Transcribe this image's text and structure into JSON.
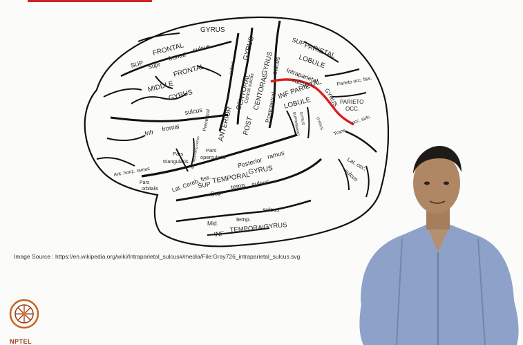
{
  "image_source": "Image Source : https://en.wikipedia.org/wiki/Intraparietal_sulcus#/media/File:Gray726_intraparietal_sulcus.svg",
  "brand": {
    "logo_text": "NPTEL"
  },
  "brain_labels": {
    "sup_frontal_1": "SUP",
    "sup_frontal_2": "FRONTAL",
    "sup_frontal_3": "GYRUS",
    "supr_frontal_sulcus_1": "Supr",
    "supr_frontal_sulcus_2": "frontal",
    "supr_frontal_sulcus_3": "sulcus",
    "middle_frontal_1": "MIDDLE",
    "middle_frontal_2": "FRONTAL",
    "middle_frontal_3": "GYRUS",
    "infr_frontal_1": "Infr",
    "infr_frontal_2": "frontal",
    "infr_frontal_3": "sulcus",
    "precentral_1": "Precentral",
    "precentral_2": "sulcus",
    "anterior": "ANTERIOR",
    "centoral_1": "CENTORAL",
    "centoral_2": "GYRUS",
    "central_sulcus": "Central sulcus",
    "post": "POST",
    "centoral_3": "CENTORAL",
    "gyrus_3": "GYRUS",
    "postcentral_1": "Postcentral",
    "postcentral_2": "sulcus",
    "sup_parietal_1": "SUP",
    "sup_parietal_2": "PARIETAL",
    "sup_parietal_3": "LOBULE",
    "intraparietal_1": "Intraparietal",
    "intraparietal_2": "sulcus",
    "inf_parietal_1": "INF PARIETAL",
    "inf_parietal_2": "LOBULE",
    "angular_gyrus": "GYRUS",
    "parieto_occ_fiss": "Parieto occ. fiss.",
    "parieto_occ_1": "PARIETO",
    "parieto_occ_2": "OCC.",
    "trans_occ_sulc_1": "Trans.",
    "trans_occ_sulc_2": "occ. sulc.",
    "supramarg": "SUPRAMARG",
    "gyrus_sm": "GYRUS",
    "gyrus_ang": "GYRUS",
    "pars_triangularis_1": "Pars",
    "pars_triangularis_2": "triangularis",
    "ant_ascending": "Ant. ascending ramus",
    "pars_opercularis_1": "Pars",
    "pars_opercularis_2": "opercularis",
    "ant_horiz_ramus": "Ant. horiz. ramus",
    "pars_orbitalis_1": "Pars",
    "pars_orbitalis_2": "orbitalis",
    "lat_cereb_fiss": "Lat. Cereb. fiss.",
    "posterior_ramus_1": "Posterior",
    "posterior_ramus_2": "ramus",
    "sup_temporal_1": "SUP",
    "sup_temporal_2": "TEMPORAL",
    "sup_temporal_3": "GYRUS",
    "supr_temp_sulcus_1": "Supr",
    "supr_temp_sulcus_2": "temp.",
    "supr_temp_sulcus_3": "sulcus",
    "mid_temp_1": "Mid.",
    "mid_temp_2": "temp.",
    "mid_temp_3": "sulcus",
    "inf_temporal_1": "INF",
    "inf_temporal_2": "TEMPORAL",
    "inf_temporal_3": "GYRUS",
    "lat_occ_sulcus_1": "Lat. occ.",
    "lat_occ_sulcus_2": "sulcus"
  },
  "colors": {
    "highlight": "#d81e1e",
    "outline": "#111111",
    "label": "#222222"
  }
}
